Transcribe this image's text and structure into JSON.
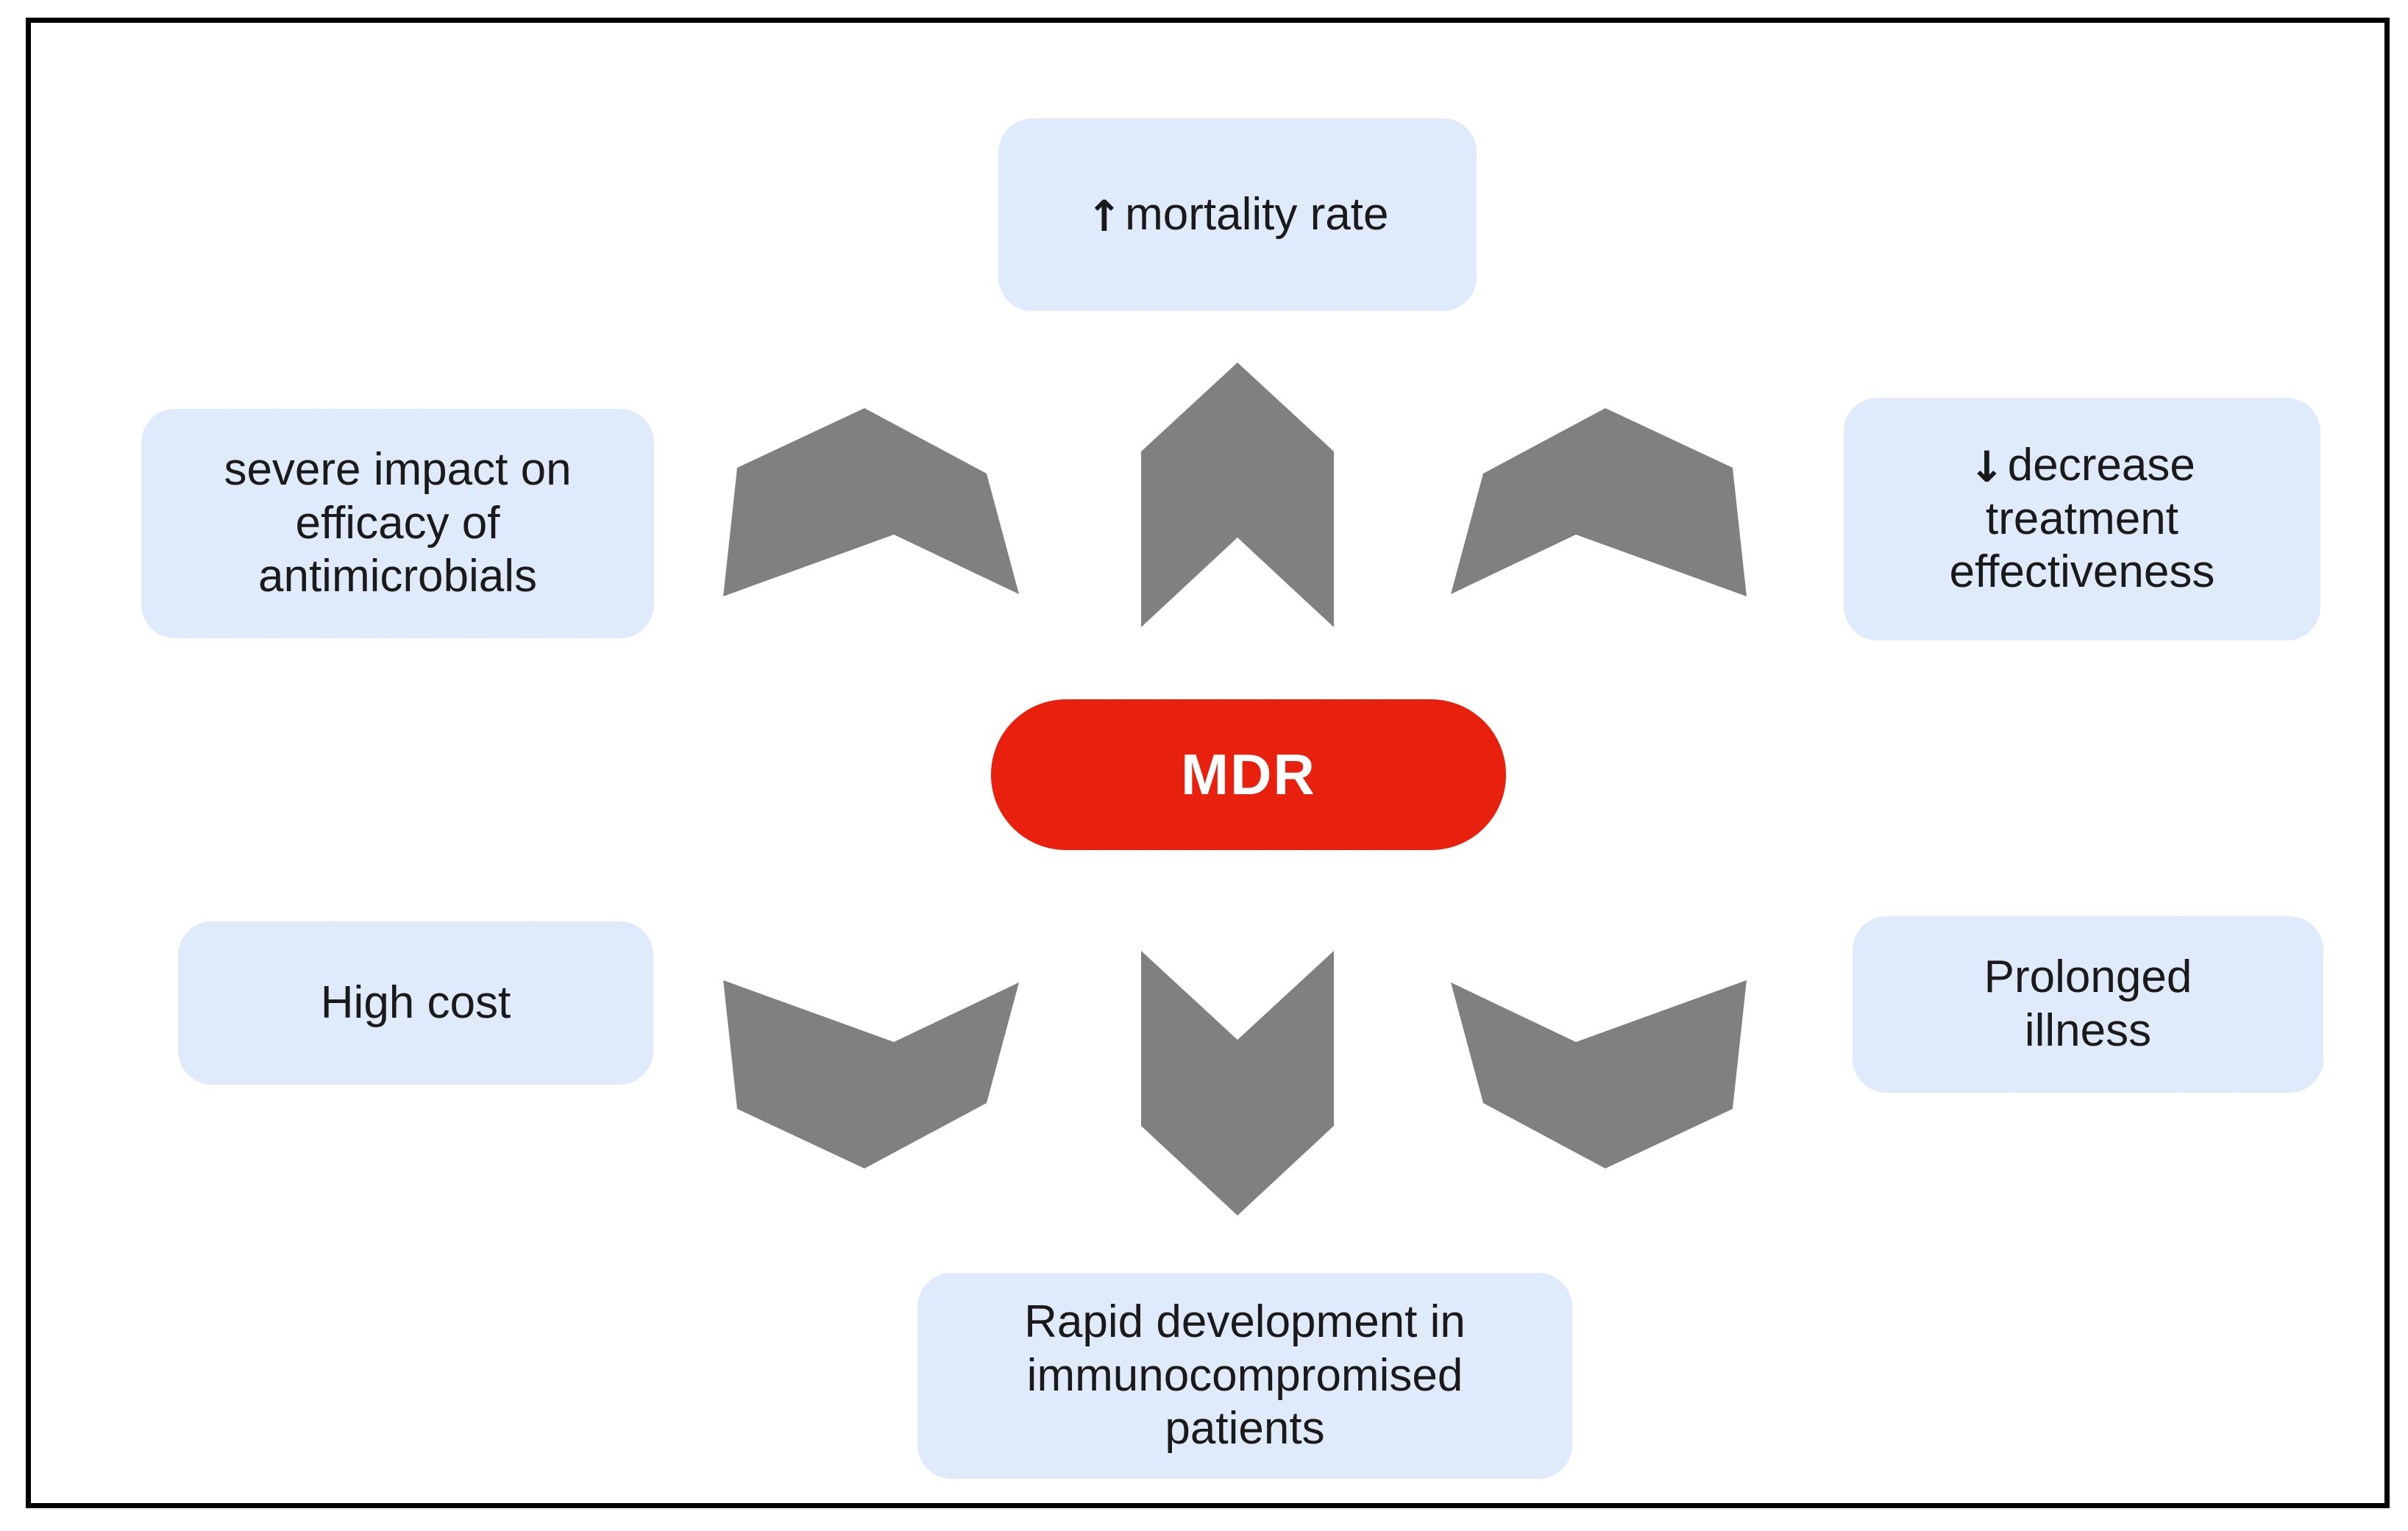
{
  "diagram": {
    "title_node": {
      "label": "MDR",
      "color": "#e8210f",
      "text_color": "#ffffff"
    },
    "theme": {
      "callout_fill": "#dfeafa",
      "arrow_fill": "#808080",
      "frame_color": "#000000",
      "background": "#ffffff",
      "text_color": "#1a1a1a"
    },
    "callouts": [
      {
        "id": "mortality-rate",
        "position": "top",
        "arrow_glyph": "↑",
        "lines": [
          "mortality rate"
        ]
      },
      {
        "id": "efficacy-antimicrobials",
        "position": "left-top",
        "arrow_glyph": "",
        "lines": [
          "severe impact on",
          "efficacy of",
          "antimicrobials"
        ]
      },
      {
        "id": "decrease-treatment-effectiveness",
        "position": "right-top",
        "arrow_glyph": "↓",
        "lines": [
          "decrease",
          "treatment",
          "effectiveness"
        ]
      },
      {
        "id": "high-cost",
        "position": "left-bottom",
        "arrow_glyph": "",
        "lines": [
          "High cost"
        ]
      },
      {
        "id": "prolonged-illness",
        "position": "right-bottom",
        "arrow_glyph": "",
        "lines": [
          "Prolonged",
          "illness"
        ]
      },
      {
        "id": "rapid-development-immunocompromised",
        "position": "bottom",
        "arrow_glyph": "",
        "lines": [
          "Rapid development in",
          "immunocompromised",
          "patients"
        ]
      }
    ],
    "arrows": [
      {
        "id": "arrow-up",
        "direction": "up"
      },
      {
        "id": "arrow-down",
        "direction": "down"
      },
      {
        "id": "arrow-upper-left",
        "direction": "upper-left"
      },
      {
        "id": "arrow-upper-right",
        "direction": "upper-right"
      },
      {
        "id": "arrow-lower-left",
        "direction": "lower-left"
      },
      {
        "id": "arrow-lower-right",
        "direction": "lower-right"
      }
    ]
  }
}
